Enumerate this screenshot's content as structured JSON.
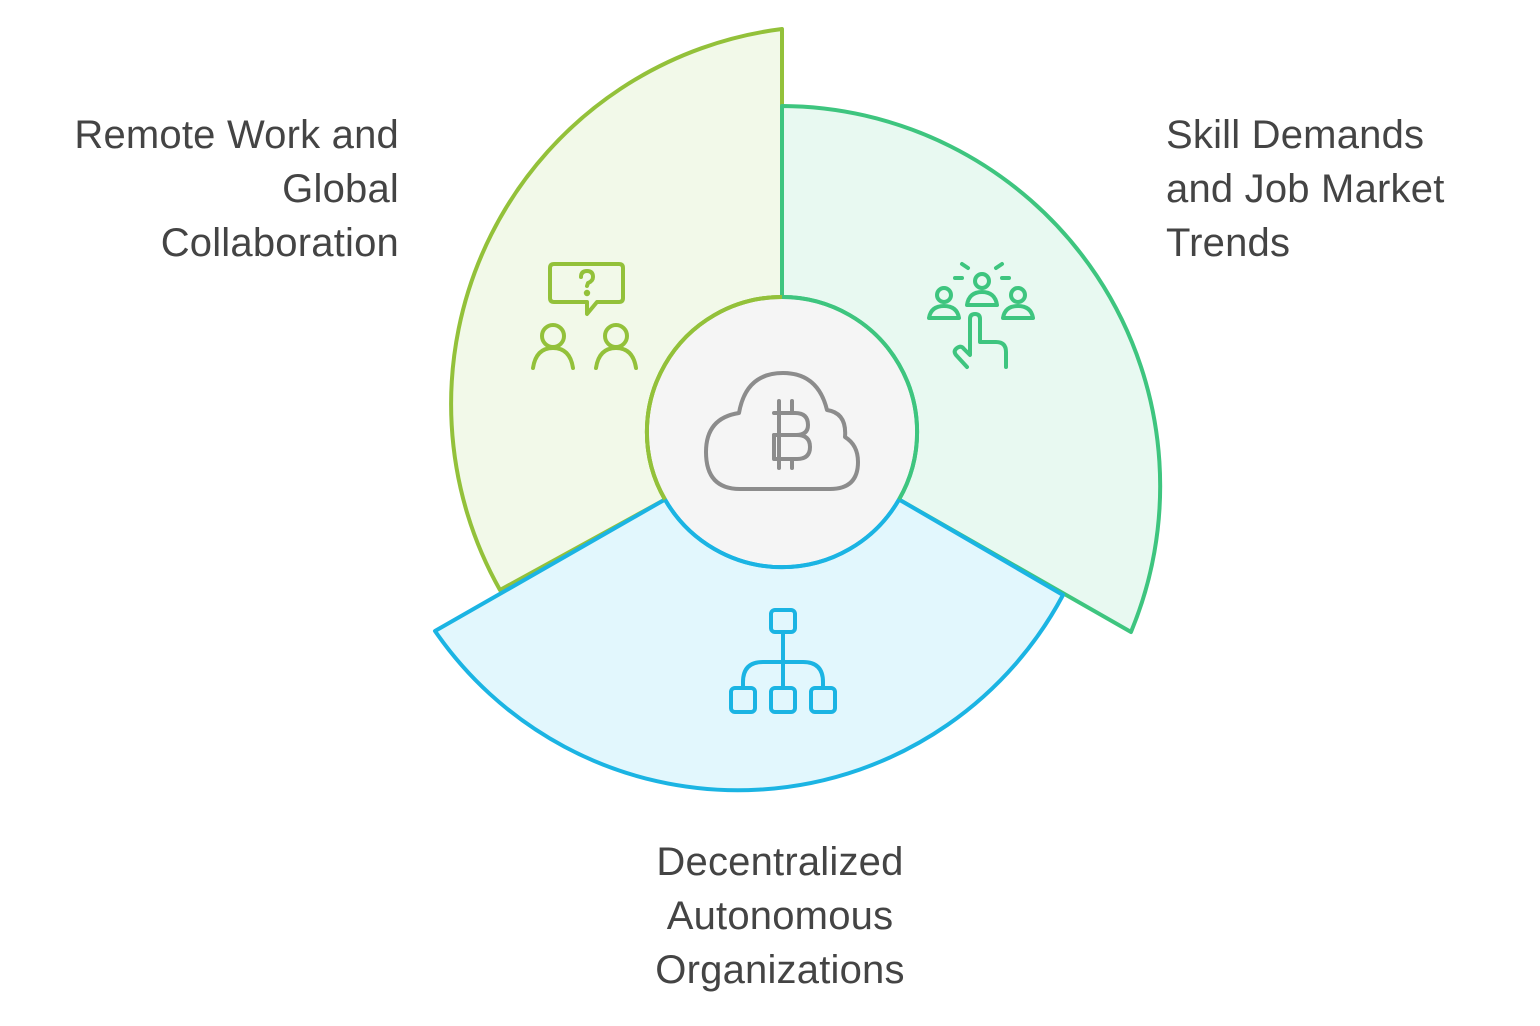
{
  "diagram": {
    "type": "radial-segmented",
    "center": {
      "icon": "cloud-bitcoin-icon",
      "fill": "#f5f5f5",
      "icon_color": "#8c8c8c"
    },
    "segments": [
      {
        "id": "remote",
        "label_lines": [
          "Remote Work and",
          "Global",
          "Collaboration"
        ],
        "icon": "people-question-chat-icon",
        "stroke": "#93c13a",
        "fill": "#f2f9e9"
      },
      {
        "id": "skills",
        "label_lines": [
          "Skill Demands",
          "and Job Market",
          "Trends"
        ],
        "icon": "people-pointing-hand-icon",
        "stroke": "#3ec57f",
        "fill": "#e8f9f1"
      },
      {
        "id": "dao",
        "label_lines": [
          "Decentralized",
          "Autonomous",
          "Organizations"
        ],
        "icon": "hierarchy-network-icon",
        "stroke": "#1bb4e3",
        "fill": "#e2f7fd"
      }
    ],
    "text_color": "#444444"
  }
}
